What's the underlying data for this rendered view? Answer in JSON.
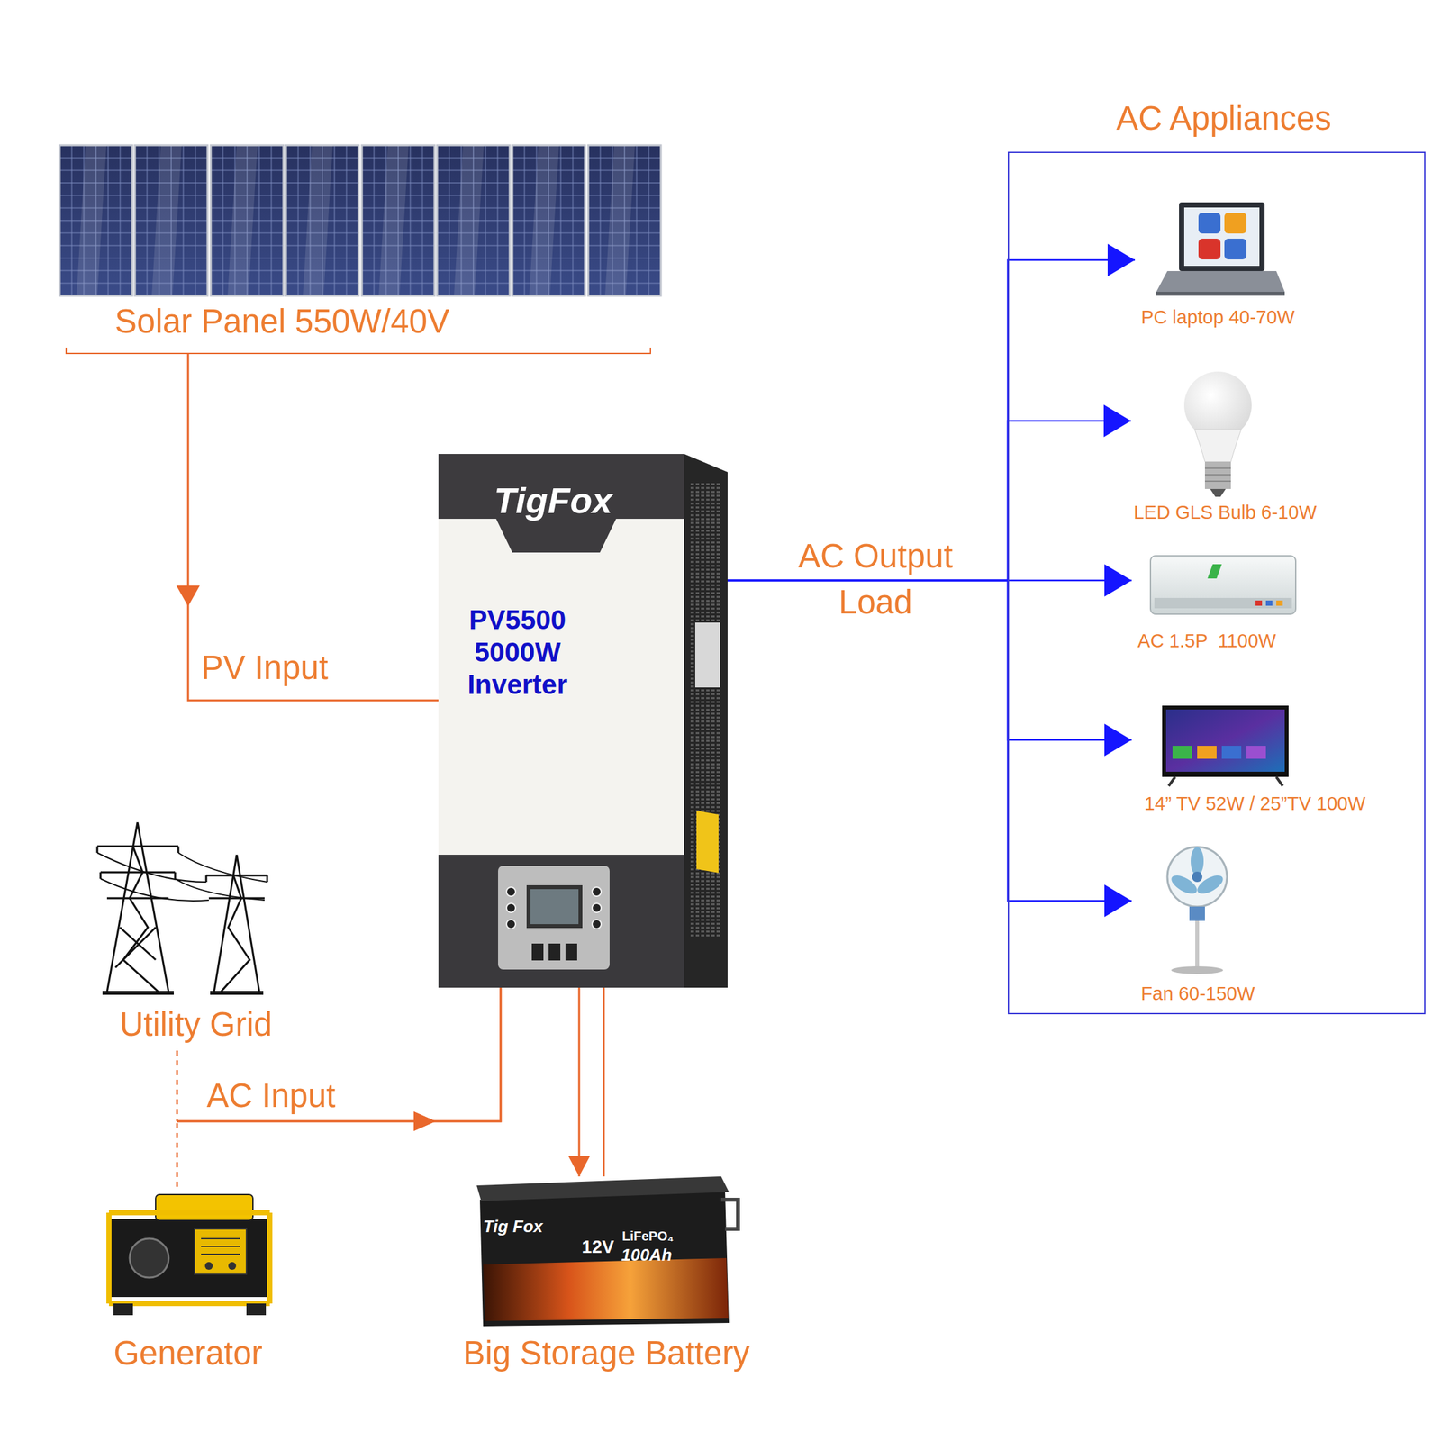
{
  "diagram": {
    "nodes": [
      {
        "text": [
          "Solar Panel 550W/40V"
        ]
      },
      {
        "text": [
          "TigFox",
          "PV5500 5000W Inverter"
        ]
      },
      {
        "text": [
          "AC Appliances"
        ]
      },
      {
        "text": [
          "PC laptop 40-70W"
        ],
        "in": 2
      },
      {
        "text": [
          "LED GLS Bulb 6-10W"
        ],
        "in": 2
      },
      {
        "text": [
          "AC 1.5P  1100W"
        ],
        "in": 2
      },
      {
        "text": [
          "14” TV 52W / 25”TV 100W"
        ],
        "in": 2
      },
      {
        "text": [
          "Fan 60-150W"
        ],
        "in": 2
      },
      {
        "text": [
          "Utility Grid"
        ]
      },
      {
        "text": [
          "Generator"
        ]
      },
      {
        "text": [
          "Tig Fox",
          "12V",
          "LiFePO₄",
          "100Ah",
          "Big Storage Battery"
        ]
      }
    ],
    "edges": [
      {
        "from": 0,
        "to": 1,
        "label": "PV Input",
        "arrow": "to"
      },
      {
        "from": 1,
        "to": 3,
        "arrow": "to"
      },
      {
        "from": 1,
        "to": 4,
        "arrow": "to"
      },
      {
        "from": 1,
        "to": 5,
        "label": "AC Output Load",
        "arrow": "to"
      },
      {
        "from": 1,
        "to": 6,
        "arrow": "to"
      },
      {
        "from": 1,
        "to": 7,
        "arrow": "to"
      },
      {
        "from": 8,
        "to": 1,
        "label": "AC Input",
        "arrow": "to"
      },
      {
        "from": 9,
        "to": 1,
        "arrow": "to"
      },
      {
        "from": 1,
        "to": 10,
        "arrow": "to"
      }
    ]
  }
}
